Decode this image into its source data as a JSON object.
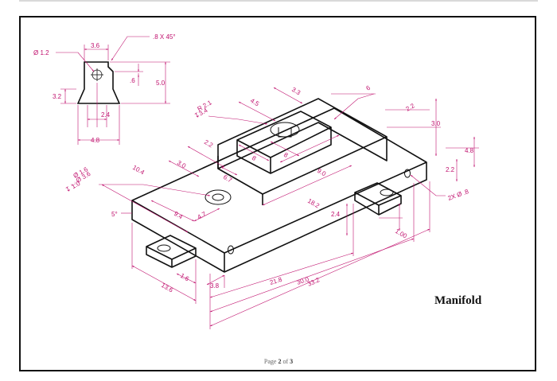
{
  "title": "Manifold",
  "footer": {
    "prefix": "Page",
    "current": "2",
    "of": "of",
    "total": "3"
  },
  "colors": {
    "dimension": "#c0116e",
    "outline": "#111111"
  },
  "detail_view": {
    "hole_dia": "Ø 1.2",
    "top_width": "3.6",
    "chamfer": ".8 X 45°",
    "left_height": "3.2",
    "hole_offset": ".6",
    "total_height": "5.0",
    "slot_width": "2.4",
    "base_width": "4.8"
  },
  "iso_view": {
    "top_r": "R 2.1",
    "top_depth": "↧3.4",
    "d_4_5": "4.5",
    "d_3_3": "3.3",
    "d_6": "6",
    "d_2_2a": "2.2",
    "d_3_0a": "3.0",
    "d_4_8": "4.8",
    "d_2_2b": "2.2",
    "holes_2x": "2X Ø .8",
    "d_2_2c": "2.2",
    "d_3_0b": "3.0",
    "d_10_4": "10.4",
    "d_8a": "8",
    "d_8b": "8",
    "d_6_7": "6.7",
    "d_9_0": "9.0",
    "d_18_2": "18.2",
    "cb_dia": "Ø 1.6",
    "cb_cbore": "⌴ Ø 3.6",
    "cb_depth": "↧ 1.0",
    "angle_5": "5°",
    "d_9_4": "9.4",
    "d_4_7": "4.7",
    "d_2_4": "2.4",
    "d_1_00": "1.00",
    "d_1_6": "1.6",
    "d_13_6": "13.6",
    "d_3_8": "3.8",
    "d_21_8": "21.8",
    "d_30_0": "30.0",
    "d_33_2": "33.2"
  }
}
